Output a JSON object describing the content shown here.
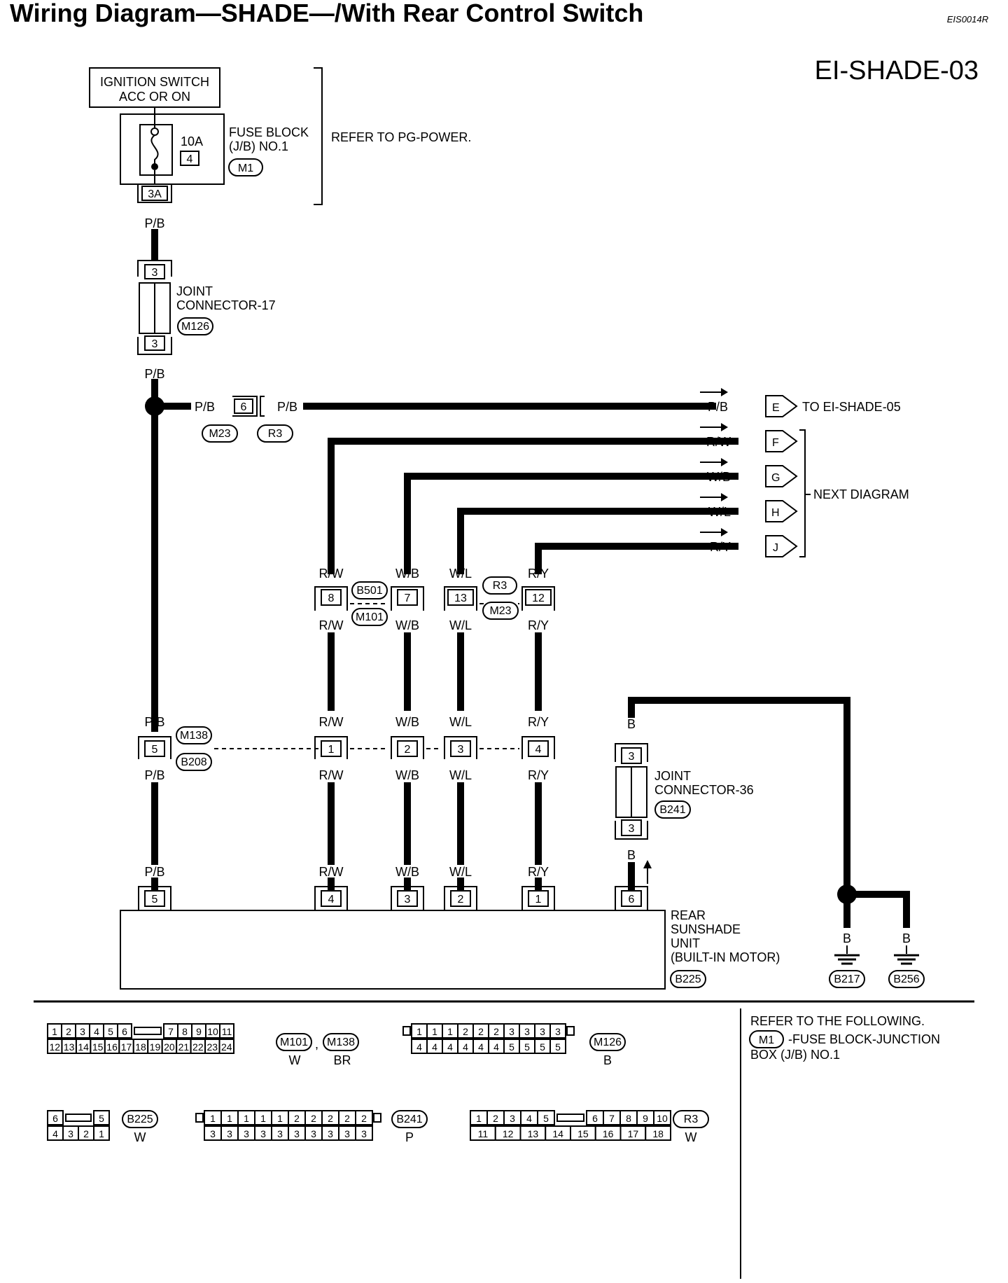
{
  "header": {
    "title": "Wiring Diagram—SHADE—/With Rear Control Switch",
    "code": "EIS0014R",
    "diagram_id": "EI-SHADE-03"
  },
  "ignition": {
    "line1": "IGNITION SWITCH",
    "line2": "ACC OR ON"
  },
  "fuse": {
    "amps": "10A",
    "number": "4",
    "label1": "FUSE BLOCK",
    "label2": "(J/B) NO.1",
    "connector": "M1",
    "terminal": "3A",
    "refer": "REFER TO PG-POWER."
  },
  "joint17": {
    "label1": "JOINT",
    "label2": "CONNECTOR-17",
    "connector": "M126",
    "pin_top": "3",
    "pin_bottom": "3"
  },
  "joint36": {
    "label1": "JOINT",
    "label2": "CONNECTOR-36",
    "connector": "B241",
    "pin_top": "3",
    "pin_bottom": "3"
  },
  "wires": {
    "pb": "P/B",
    "rw": "R/W",
    "wb": "W/B",
    "wl": "W/L",
    "ry": "R/Y",
    "b": "B"
  },
  "m23_conn": {
    "pin": "6",
    "left": "M23",
    "right": "R3"
  },
  "outputs": [
    {
      "letter": "E",
      "color": "P/B",
      "text": "TO EI-SHADE-05"
    },
    {
      "letter": "F",
      "color": "R/W"
    },
    {
      "letter": "G",
      "color": "W/B"
    },
    {
      "letter": "H",
      "color": "W/L"
    },
    {
      "letter": "J",
      "color": "R/Y"
    }
  ],
  "next_diagram": "NEXT DIAGRAM",
  "mid_connectors": {
    "b501": "B501",
    "m101": "M101",
    "r3": "R3",
    "m23": "M23",
    "pins": [
      "8",
      "7",
      "13",
      "12"
    ]
  },
  "row_connectors": {
    "m138": "M138",
    "b208": "B208",
    "pins": [
      "5",
      "1",
      "2",
      "3",
      "4"
    ]
  },
  "unit": {
    "label1": "REAR",
    "label2": "SUNSHADE",
    "label3": "UNIT",
    "label4": "(BUILT-IN MOTOR)",
    "connector": "B225",
    "pins": [
      "5",
      "4",
      "3",
      "2",
      "1",
      "6"
    ]
  },
  "grounds": {
    "left": "B217",
    "right": "B256"
  },
  "legend": {
    "refer_title": "REFER TO THE FOLLOWING.",
    "refer_conn": "M1",
    "refer_text1": "-FUSE BLOCK-JUNCTION",
    "refer_text2": "BOX (J/B) NO.1",
    "c1": {
      "top": [
        "1",
        "2",
        "3",
        "4",
        "5",
        "6",
        "7",
        "8",
        "9",
        "10",
        "11"
      ],
      "bottom": [
        "12",
        "13",
        "14",
        "15",
        "16",
        "17",
        "18",
        "19",
        "20",
        "21",
        "22",
        "23",
        "24"
      ],
      "name1": "M101",
      "sep": ",",
      "name2": "M138",
      "color1": "W",
      "color2": "BR"
    },
    "c2": {
      "top": [
        "1",
        "1",
        "1",
        "2",
        "2",
        "2",
        "3",
        "3",
        "3",
        "3"
      ],
      "bottom": [
        "4",
        "4",
        "4",
        "4",
        "4",
        "4",
        "5",
        "5",
        "5",
        "5"
      ],
      "name": "M126",
      "color": "B"
    },
    "c3": {
      "top": [
        "6",
        "5"
      ],
      "bottom": [
        "4",
        "3",
        "2",
        "1"
      ],
      "name": "B225",
      "color": "W"
    },
    "c4": {
      "top": [
        "1",
        "1",
        "1",
        "1",
        "1",
        "2",
        "2",
        "2",
        "2",
        "2"
      ],
      "bottom": [
        "3",
        "3",
        "3",
        "3",
        "3",
        "3",
        "3",
        "3",
        "3",
        "3"
      ],
      "name": "B241",
      "color": "P"
    },
    "c5": {
      "top": [
        "1",
        "2",
        "3",
        "4",
        "5",
        "6",
        "7",
        "8",
        "9",
        "10"
      ],
      "bottom": [
        "11",
        "12",
        "13",
        "14",
        "15",
        "16",
        "17",
        "18"
      ],
      "name": "R3",
      "color": "W"
    }
  }
}
